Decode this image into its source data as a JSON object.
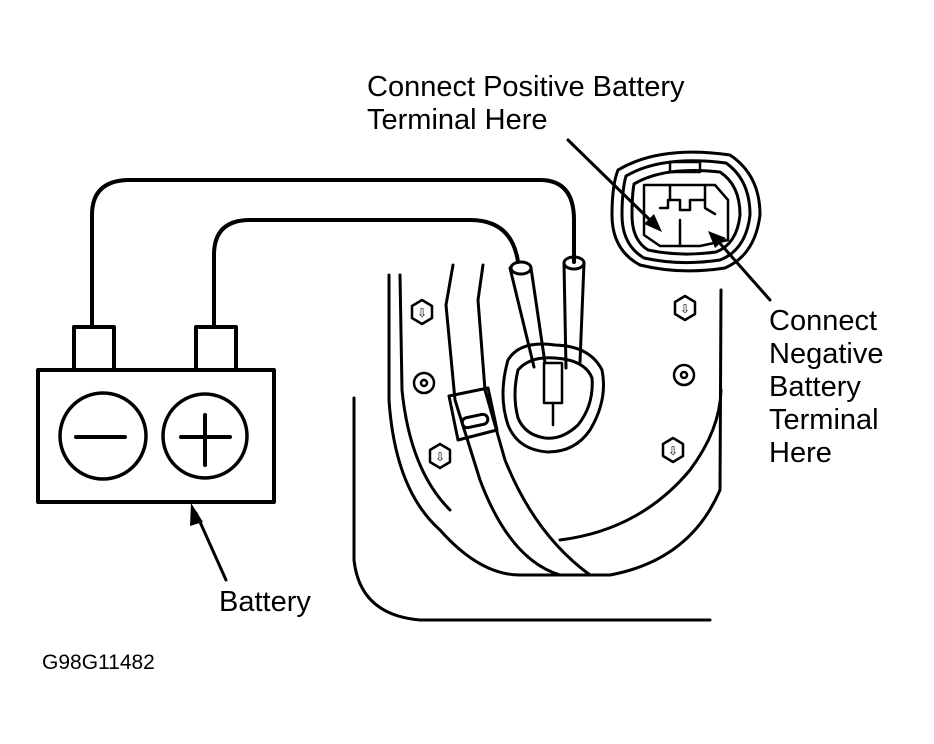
{
  "diagram": {
    "labels": {
      "positive_line1": "Connect Positive Battery",
      "positive_line2": "Terminal Here",
      "negative_line1": "Connect",
      "negative_line2": "Negative",
      "negative_line3": "Battery",
      "negative_line4": "Terminal",
      "negative_line5": "Here",
      "battery": "Battery",
      "figure_id": "G98G11482"
    },
    "battery": {
      "terminals": [
        {
          "polarity": "negative",
          "symbol": "minus-icon"
        },
        {
          "polarity": "positive",
          "symbol": "plus-icon"
        }
      ]
    },
    "components": [
      "battery",
      "jumper-wires",
      "connector-face",
      "motor-housing",
      "bolts",
      "harness-clip"
    ],
    "colors": {
      "ink": "#000000",
      "background": "#ffffff"
    }
  }
}
